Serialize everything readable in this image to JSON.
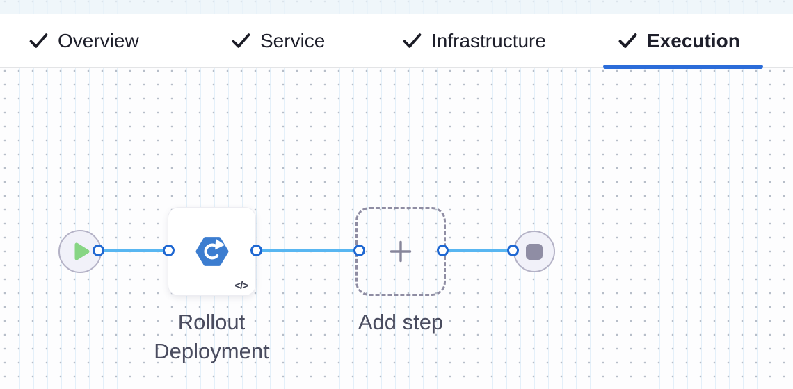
{
  "header": {
    "tabs": [
      {
        "label": "Overview",
        "checked": true,
        "active": false
      },
      {
        "label": "Service",
        "checked": true,
        "active": false
      },
      {
        "label": "Infrastructure",
        "checked": true,
        "active": false
      },
      {
        "label": "Execution",
        "checked": true,
        "active": true
      }
    ]
  },
  "pipeline": {
    "start_node": {
      "type": "start",
      "icon": "play-icon"
    },
    "steps": [
      {
        "label": "Rollout Deployment",
        "icon": "k8s-rollout-icon",
        "badge": "</>"
      }
    ],
    "add_step": {
      "label": "Add step",
      "icon": "plus-icon"
    },
    "end_node": {
      "type": "stop",
      "icon": "stop-icon"
    }
  },
  "colors": {
    "active_tab_indicator": "#2b6cd9",
    "connector_blue": "#58b6f1",
    "port_border_blue": "#1e67d2",
    "step_icon_blue": "#3c7dd0",
    "play_green": "#87d584",
    "stop_gray": "#8f8da4",
    "node_circle_fill": "#f1f1f9",
    "node_circle_border": "#b4b2c6",
    "dashed_border": "#8f8da3",
    "label_text": "#4a4c5f",
    "tab_text": "#1e1f2b"
  }
}
